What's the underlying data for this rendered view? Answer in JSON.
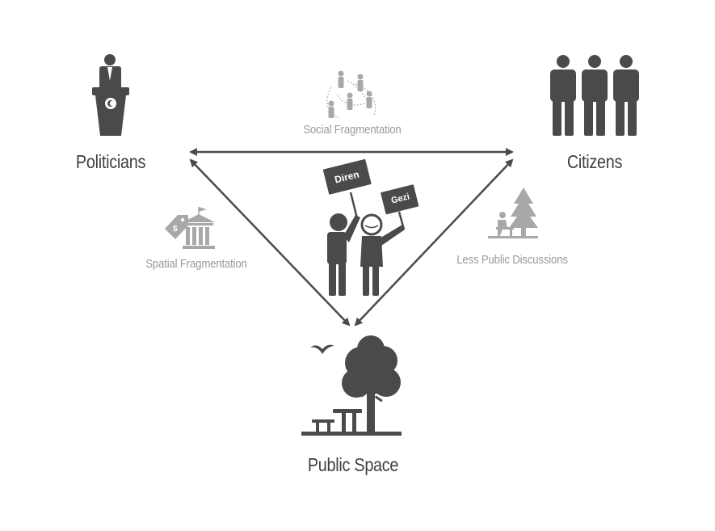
{
  "nodes": {
    "politicians": "Politicians",
    "citizens": "Citizens",
    "public_space": "Public Space"
  },
  "edges": {
    "social": "Social Fragmentation",
    "spatial": "Spatial Fragmentation",
    "discussion": "Less Public Discussions"
  },
  "protest": {
    "sign_left": "Diren",
    "sign_right": "Gezi"
  },
  "colors": {
    "dark": "#4a4a4a",
    "light": "#9e9e9e",
    "background": "#ffffff"
  },
  "icons": [
    "podium-speaker-icon",
    "three-people-icon",
    "people-network-icon",
    "price-tag-bank-icon",
    "park-bench-tree-icon",
    "protesters-icon",
    "tree-bench-bird-icon"
  ]
}
